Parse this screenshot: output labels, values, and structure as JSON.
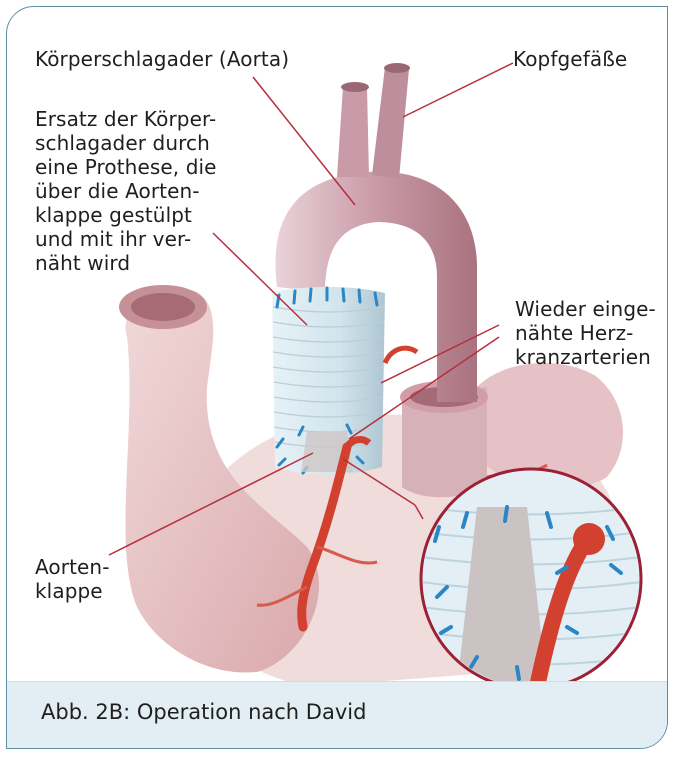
{
  "figure": {
    "labels": {
      "aorta": "Körperschlagader (Aorta)",
      "head_vessels": "Kopfgefäße",
      "prosthesis": "Ersatz der Körper-\nschlagader durch\neine Prothese, die\nüber die Aorten-\nklappe gestülpt\nund mit ihr ver-\nnäht wird",
      "coronary": "Wieder einge-\nnähte Herz-\nkranzarterien",
      "valve": "Aorten-\nklappe"
    },
    "caption": "Abb. 2B: Operation nach David"
  },
  "colors": {
    "frame": "#5f8fa8",
    "caption_bg": "#e3eef4",
    "leader_lines": "#b5303e",
    "aorta": "#c9a0ac",
    "prosthesis": "#dfeef5",
    "sutures": "#2a86c4",
    "artery": "#d2412f"
  }
}
